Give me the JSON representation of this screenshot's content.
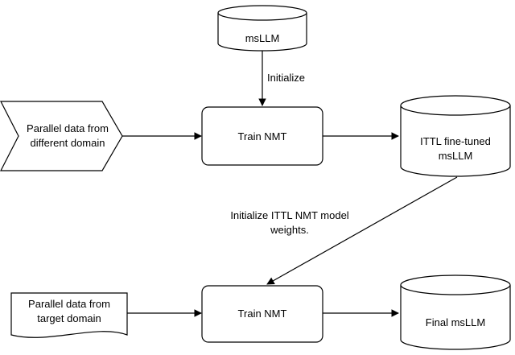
{
  "nodes": {
    "msllm_top": {
      "label": "msLLM"
    },
    "parallel_diff": {
      "label_lines": [
        "Parallel data from",
        "different domain"
      ]
    },
    "train_nmt_1": {
      "label": "Train NMT"
    },
    "ittl_msllm": {
      "label_lines": [
        "ITTL fine-tuned",
        "msLLM"
      ]
    },
    "parallel_target": {
      "label_lines": [
        "Parallel data from",
        "target domain"
      ]
    },
    "train_nmt_2": {
      "label": "Train NMT"
    },
    "final_msllm": {
      "label": "Final msLLM"
    }
  },
  "edges": {
    "initialize": {
      "label": "Initialize"
    },
    "initialize_ittl": {
      "label_lines": [
        "Initialize ITTL NMT model",
        "weights."
      ]
    }
  }
}
